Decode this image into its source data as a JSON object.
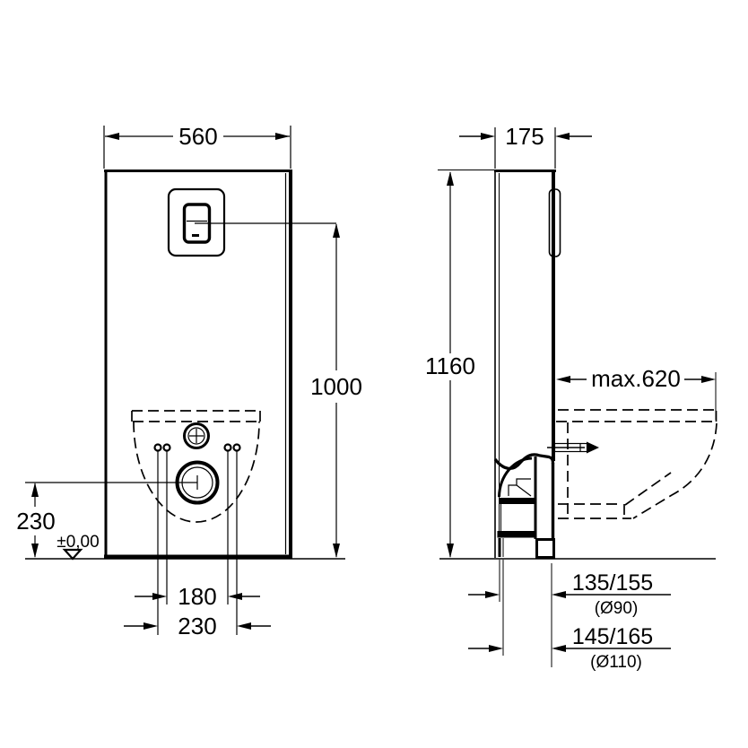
{
  "labels": {
    "front": {
      "width": "560",
      "flush_height": "1000",
      "outlet_height": "230",
      "floor_level": "±0,00",
      "fixing_inner": "180",
      "fixing_outer": "230"
    },
    "side": {
      "depth": "175",
      "total_height": "1160",
      "max_projection": "max.620",
      "offset_90": "135/155",
      "dia_90": "(Ø90)",
      "offset_110": "145/165",
      "dia_110": "(Ø110)"
    }
  },
  "colors": {
    "line": "#000000",
    "background": "#ffffff"
  }
}
